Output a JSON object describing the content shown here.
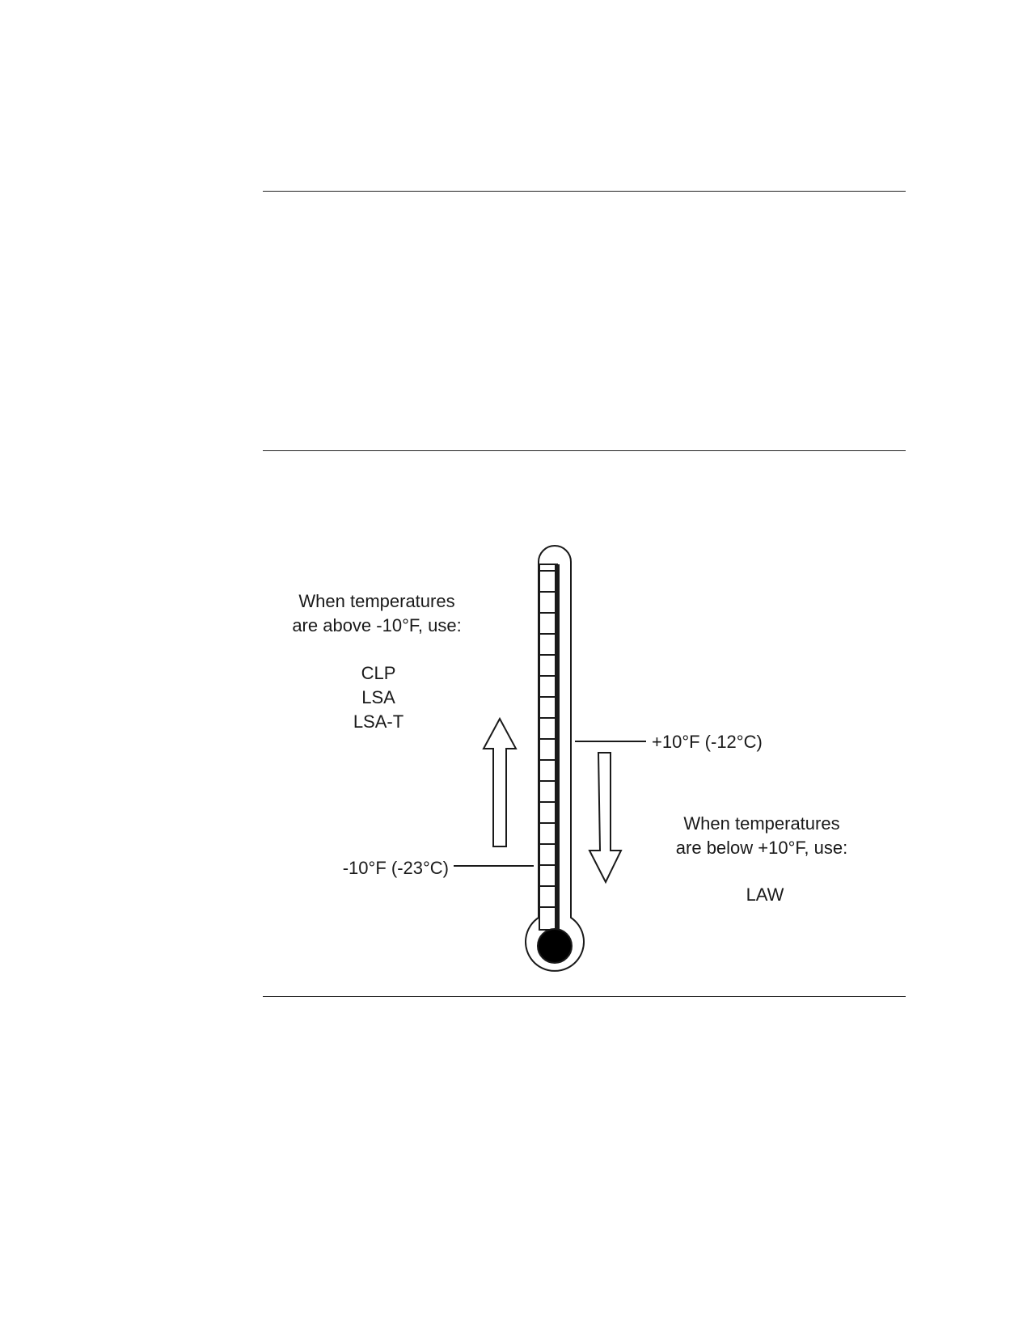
{
  "diagram": {
    "above": {
      "heading_line1": "When temperatures",
      "heading_line2": "are above -10°F, use:",
      "items": [
        "CLP",
        "LSA",
        "LSA-T"
      ]
    },
    "below": {
      "heading_line1": "When temperatures",
      "heading_line2": "are below +10°F, use:",
      "items": [
        "LAW"
      ]
    },
    "thresholds": {
      "upper": "+10°F (-12°C)",
      "lower": "-10°F (-23°C)"
    },
    "colors": {
      "stroke": "#1a1a1a",
      "bulb": "#000000"
    }
  }
}
